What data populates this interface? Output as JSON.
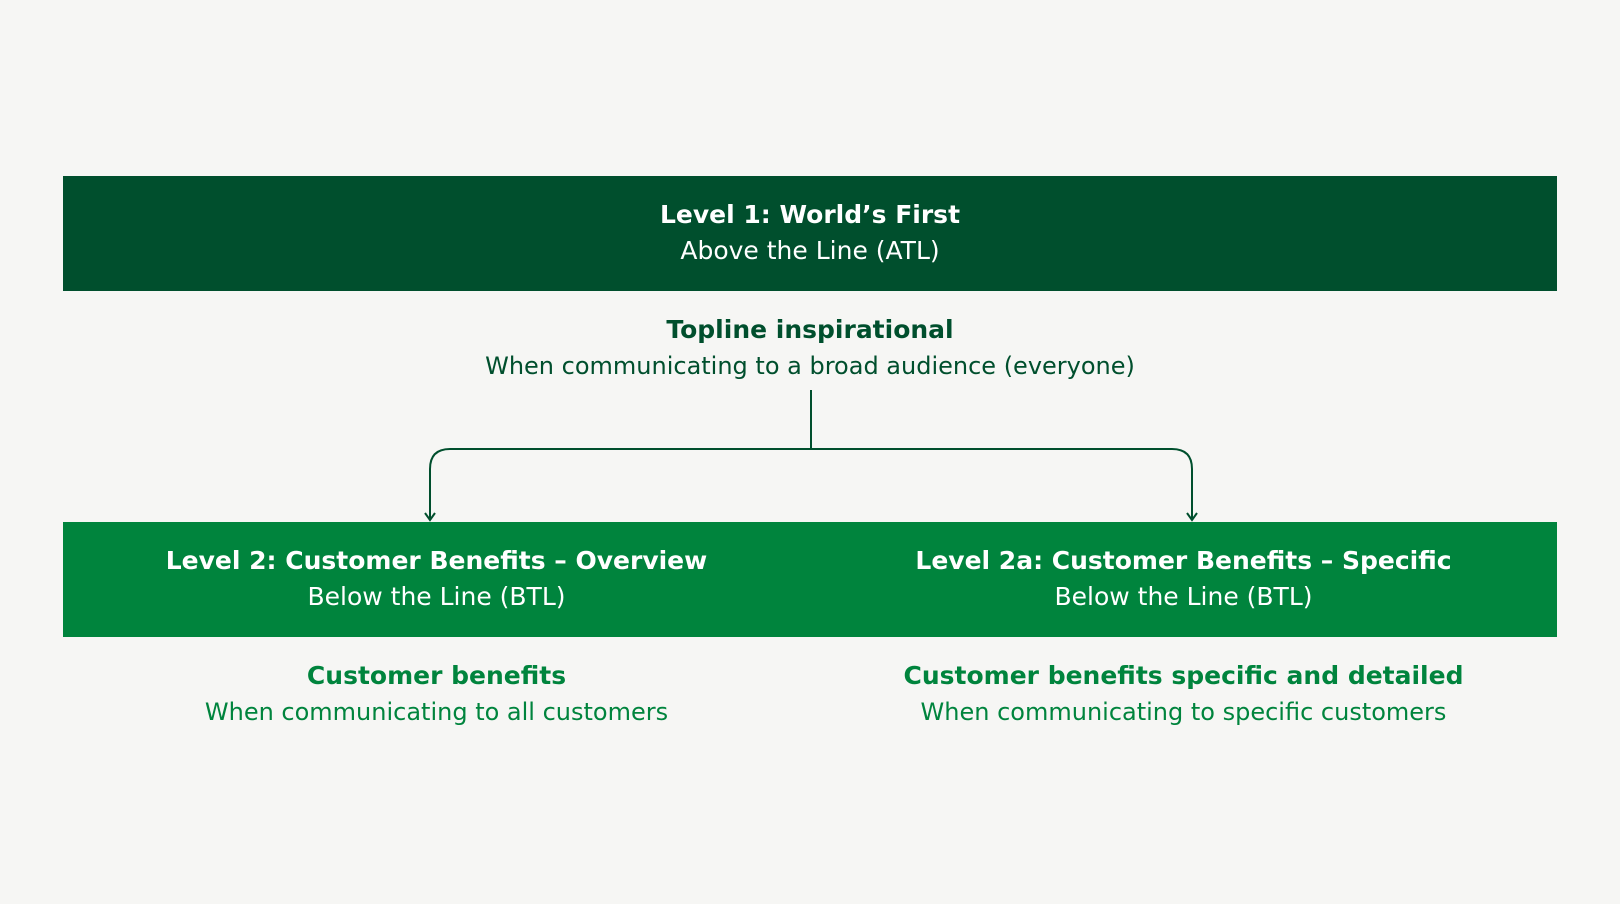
{
  "colors": {
    "background": "#f6f6f4",
    "dark_green": "#004f2d",
    "brand_green": "#00843d",
    "text_on_band": "#ffffff"
  },
  "level1": {
    "title": "Level 1: World’s First",
    "subtitle": "Above the Line (ATL)"
  },
  "level1_caption": {
    "title": "Topline inspirational",
    "subtitle": "When communicating to a broad audience (everyone)"
  },
  "level2": {
    "title": "Level 2: Customer Benefits – Overview",
    "subtitle": "Below the Line (BTL)"
  },
  "level2a": {
    "title": "Level 2a: Customer Benefits – Specific",
    "subtitle": "Below the Line (BTL)"
  },
  "level2_caption": {
    "title": "Customer benefits",
    "subtitle": "When communicating to all customers"
  },
  "level2a_caption": {
    "title": "Customer benefits specific and detailed",
    "subtitle": "When communicating to specific customers"
  }
}
